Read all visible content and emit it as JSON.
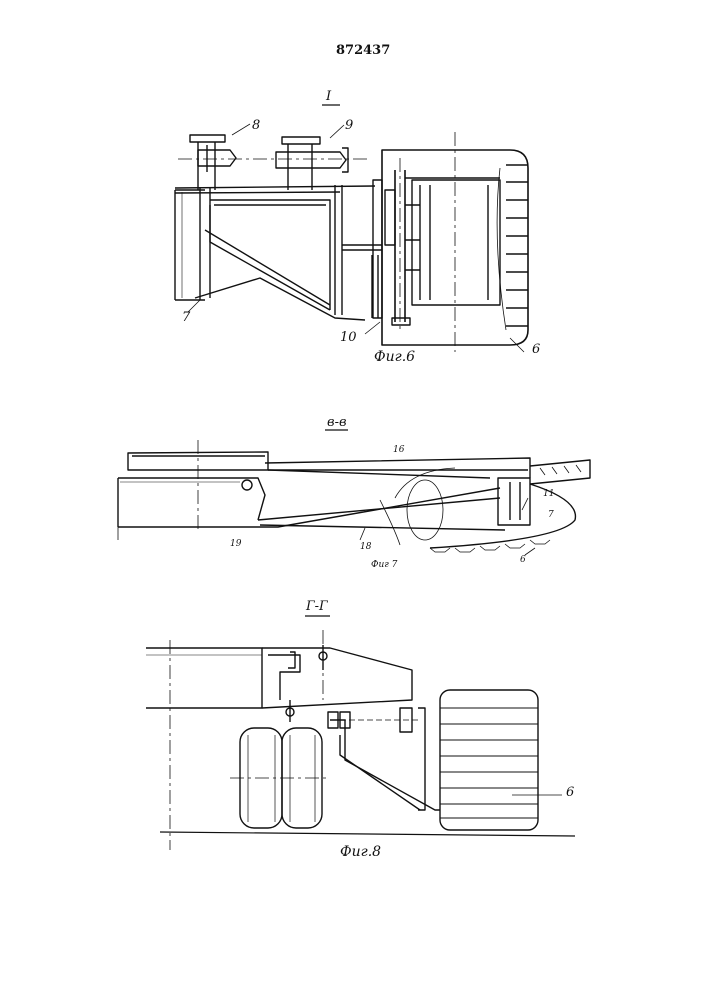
{
  "patent_number": "872437",
  "figure_6": {
    "section_title": "I",
    "caption": "Фиг.6",
    "labels": {
      "l8": "8",
      "l9": "9",
      "l7": "7",
      "l10": "10",
      "l6": "6"
    }
  },
  "figure_7": {
    "section_title": "в-в",
    "caption": "Фиг 7",
    "labels": {
      "l16": "16",
      "l11": "11",
      "l7": "7",
      "l6": "6",
      "l18": "18",
      "l19": "19"
    }
  },
  "figure_8": {
    "section_title": "Г-Г",
    "caption": "Фиг.8",
    "labels": {
      "l6": "6"
    }
  }
}
